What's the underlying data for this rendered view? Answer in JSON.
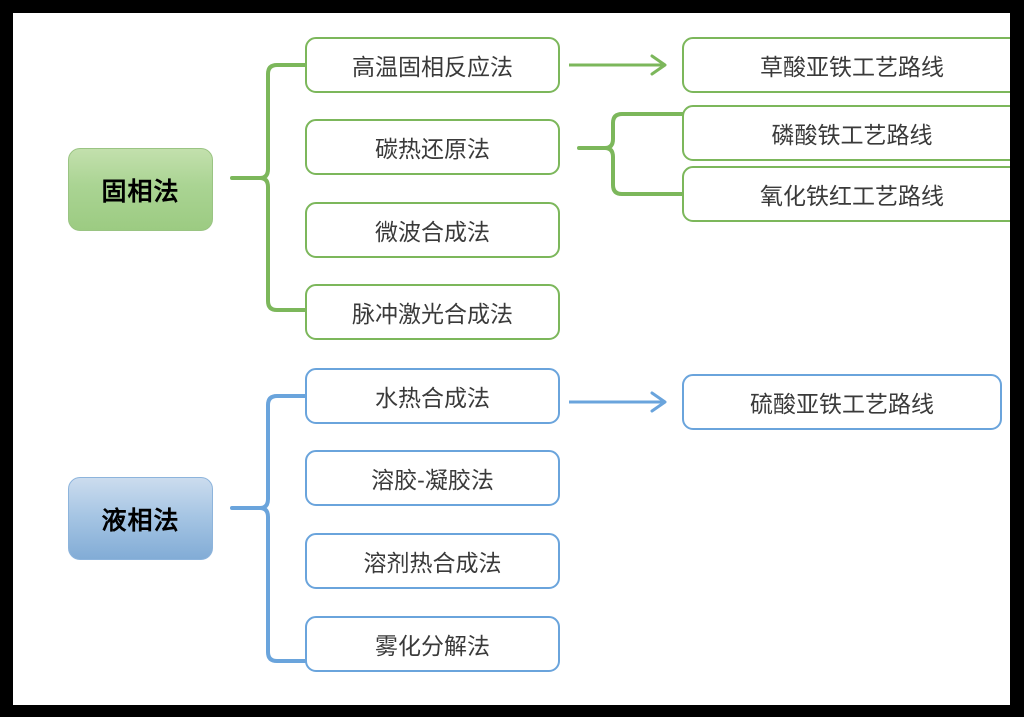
{
  "diagram": {
    "type": "tree-bracket-diagram",
    "colors": {
      "green_stroke": "#7cb75b",
      "green_root_fill": "#a9d18e",
      "blue_stroke": "#6aa4dc",
      "blue_root_fill": "#a7c6e4",
      "text": "#3a3a3a",
      "canvas": "#ffffff",
      "border": "#000000"
    },
    "branches": [
      {
        "id": "solid-phase",
        "root": {
          "label": "固相法"
        },
        "methods": [
          {
            "label": "高温固相反应法"
          },
          {
            "label": "碳热还原法"
          },
          {
            "label": "微波合成法"
          },
          {
            "label": "脉冲激光合成法"
          }
        ],
        "routes_from_method_1": [
          {
            "label": "草酸亚铁工艺路线"
          }
        ],
        "routes_from_method_2": [
          {
            "label": "磷酸铁工艺路线"
          },
          {
            "label": "氧化铁红工艺路线"
          }
        ]
      },
      {
        "id": "liquid-phase",
        "root": {
          "label": "液相法"
        },
        "methods": [
          {
            "label": "水热合成法"
          },
          {
            "label": "溶胶-凝胶法"
          },
          {
            "label": "溶剂热合成法"
          },
          {
            "label": "雾化分解法"
          }
        ],
        "routes_from_method_1": [
          {
            "label": "硫酸亚铁工艺路线"
          }
        ]
      }
    ]
  }
}
